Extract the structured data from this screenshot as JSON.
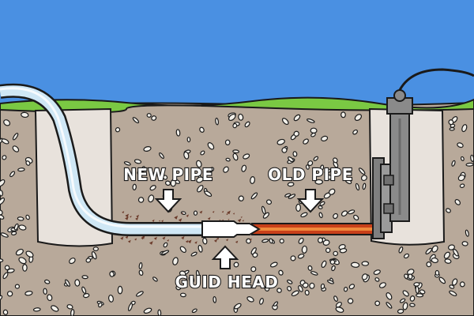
{
  "labels": {
    "new_pipe": "NEW PIPE",
    "old_pipe": "OLD PIPE",
    "guide_head": "GUID HEAD"
  },
  "colors": {
    "sky": "#4a90e2",
    "grass": "#7ac943",
    "soil": "#b8a99a",
    "pit": "#e8e2dc",
    "stones": "#f2f0ea",
    "new_pipe": "#cfe7f5",
    "old_pipe": "#c8401a",
    "machine": "#7f7f7f",
    "outline": "#1a1a1a"
  }
}
